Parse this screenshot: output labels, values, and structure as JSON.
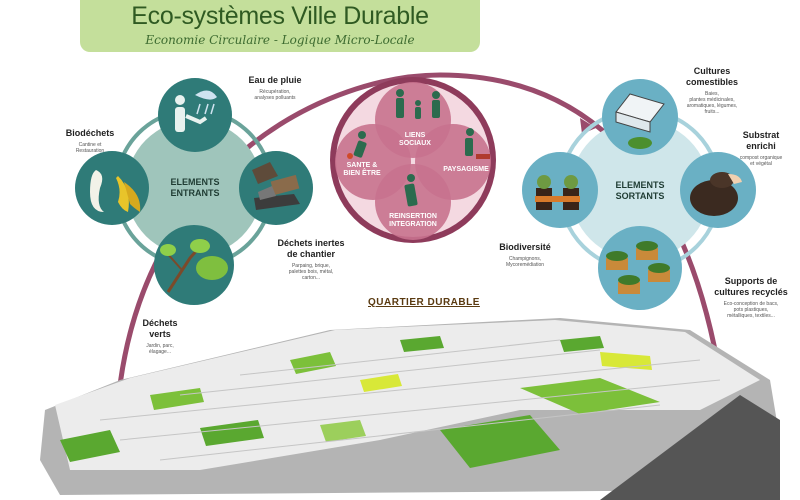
{
  "header": {
    "title": "Eco-systèmes Ville Durable",
    "subtitle": "Economie Circulaire - Logique Micro-Locale"
  },
  "inputs": {
    "center_line1": "ELEMENTS",
    "center_line2": "ENTRANTS",
    "items": [
      {
        "label": "Eau de pluie",
        "desc1": "Récupération,",
        "desc2": "analyses polluants"
      },
      {
        "label": "Biodéchets",
        "desc1": "Cantine et",
        "desc2": "Restauration"
      },
      {
        "label_line1": "Déchets inertes",
        "label_line2": "de chantier",
        "desc1": "Parpaing, brique,",
        "desc2": "palettes bois, métal,",
        "desc3": "carton..."
      },
      {
        "label_line1": "Déchets",
        "label_line2": "verts",
        "desc1": "Jardin, parc,",
        "desc2": "élagage..."
      }
    ]
  },
  "social": {
    "items": [
      {
        "line1": "LIENS",
        "line2": "SOCIAUX"
      },
      {
        "line1": "SANTE &",
        "line2": "BIEN ÊTRE"
      },
      {
        "line1": "PAYSAGISME",
        "line2": ""
      },
      {
        "line1": "REINSERTION",
        "line2": "INTEGRATION"
      }
    ]
  },
  "outputs": {
    "center_line1": "ELEMENTS",
    "center_line2": "SORTANTS",
    "items": [
      {
        "label_line1": "Cultures",
        "label_line2": "comestibles",
        "desc1": "Baies,",
        "desc2": "plantes médicinales,",
        "desc3": "aromatiques, légumes,",
        "desc4": "fruits..."
      },
      {
        "label_line1": "Substrat",
        "label_line2": "enrichi",
        "desc1": "compost organique",
        "desc2": "et végétal"
      },
      {
        "label": "Biodiversité",
        "desc1": "Champignons,",
        "desc2": "Mycoremédiation"
      },
      {
        "label_line1": "Supports de",
        "label_line2": "cultures recyclés",
        "desc1": "Eco-conception de bacs,",
        "desc2": "pots plastiques,",
        "desc3": "métalliques, textiles..."
      }
    ]
  },
  "city": {
    "label": "QUARTIER DURABLE"
  },
  "colors": {
    "title_bg": "#c4df9b",
    "left_ring": "#6aa39a",
    "left_center": "#9fc5bb",
    "left_bubble": "#2f7b78",
    "social_outer": "#8e3b5b",
    "social_petal": "#c8728e",
    "right_ring": "#a8d2dc",
    "right_center": "#cfe6ea",
    "right_bubble": "#6ab0c4",
    "arc": "#9a4b6c",
    "building_top": "#ececec",
    "building_side": "#b4b4b4",
    "green_roof": "#5aa830"
  },
  "icons": [
    "rain-person-icon",
    "apple-banana-icon",
    "rubble-icon",
    "branch-icon",
    "greenhouse-icon",
    "compost-hands-icon",
    "mushroom-crate-icon",
    "planter-boxes-icon",
    "people-icon"
  ]
}
